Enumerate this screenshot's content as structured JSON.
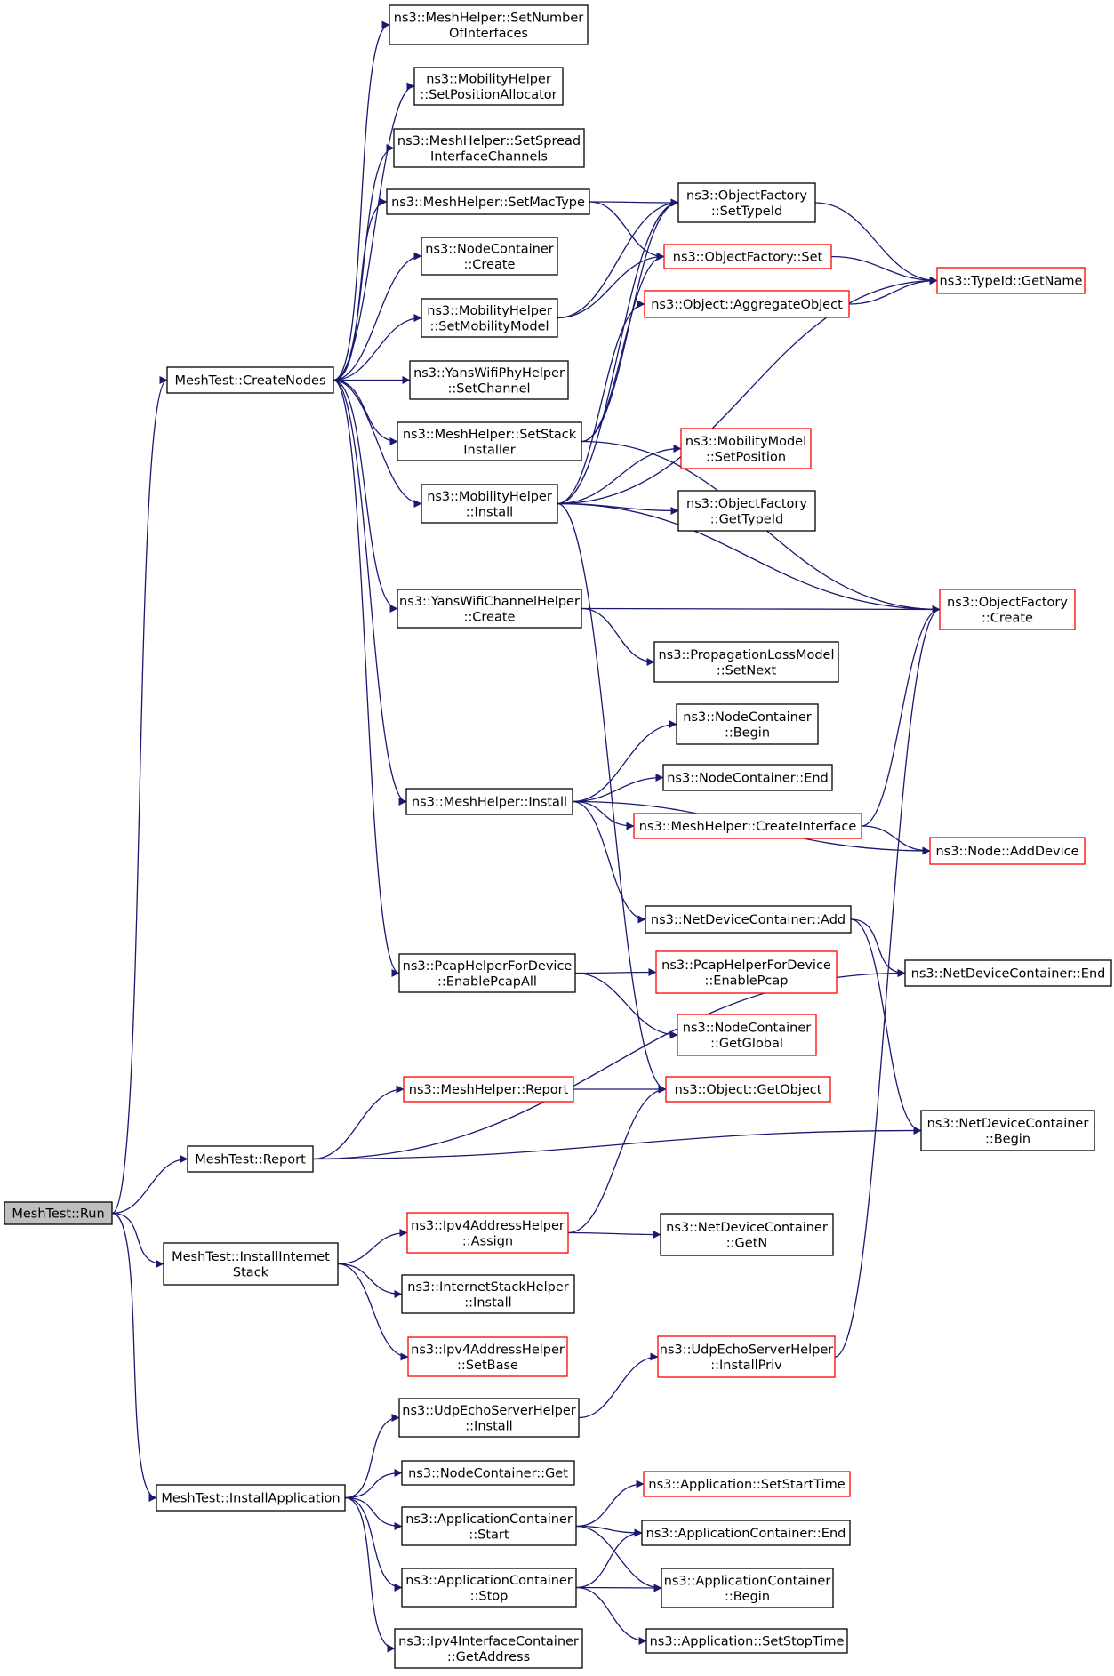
{
  "colors": {
    "edge": "#191970",
    "node_border_default": "#000000",
    "node_border_incomplete": "#ff0000",
    "root_fill": "#bfbfbf",
    "node_fill": "#ffffff"
  },
  "nodes": [
    {
      "id": "run",
      "lines": [
        "MeshTest::Run"
      ],
      "style": "root"
    },
    {
      "id": "createnodes",
      "lines": [
        "MeshTest::CreateNodes"
      ],
      "style": "default"
    },
    {
      "id": "report",
      "lines": [
        "MeshTest::Report"
      ],
      "style": "default"
    },
    {
      "id": "installinternet",
      "lines": [
        "MeshTest::InstallInternet",
        "Stack"
      ],
      "style": "default"
    },
    {
      "id": "installapp",
      "lines": [
        "MeshTest::InstallApplication"
      ],
      "style": "default"
    },
    {
      "id": "setnumif",
      "lines": [
        "ns3::MeshHelper::SetNumber",
        "OfInterfaces"
      ],
      "style": "default"
    },
    {
      "id": "setposalloc",
      "lines": [
        "ns3::MobilityHelper",
        "::SetPositionAllocator"
      ],
      "style": "default"
    },
    {
      "id": "setspread",
      "lines": [
        "ns3::MeshHelper::SetSpread",
        "InterfaceChannels"
      ],
      "style": "default"
    },
    {
      "id": "setmactype",
      "lines": [
        "ns3::MeshHelper::SetMacType"
      ],
      "style": "default"
    },
    {
      "id": "nccreate",
      "lines": [
        "ns3::NodeContainer",
        "::Create"
      ],
      "style": "default"
    },
    {
      "id": "setmobmodel",
      "lines": [
        "ns3::MobilityHelper",
        "::SetMobilityModel"
      ],
      "style": "default"
    },
    {
      "id": "yansphy",
      "lines": [
        "ns3::YansWifiPhyHelper",
        "::SetChannel"
      ],
      "style": "default"
    },
    {
      "id": "setstack",
      "lines": [
        "ns3::MeshHelper::SetStack",
        "Installer"
      ],
      "style": "default"
    },
    {
      "id": "mobinstall",
      "lines": [
        "ns3::MobilityHelper",
        "::Install"
      ],
      "style": "default"
    },
    {
      "id": "yanschan",
      "lines": [
        "ns3::YansWifiChannelHelper",
        "::Create"
      ],
      "style": "default"
    },
    {
      "id": "meshinstall",
      "lines": [
        "ns3::MeshHelper::Install"
      ],
      "style": "default"
    },
    {
      "id": "pcapall",
      "lines": [
        "ns3::PcapHelperForDevice",
        "::EnablePcapAll"
      ],
      "style": "default"
    },
    {
      "id": "meshreport",
      "lines": [
        "ns3::MeshHelper::Report"
      ],
      "style": "incomplete"
    },
    {
      "id": "ipv4assign",
      "lines": [
        "ns3::Ipv4AddressHelper",
        "::Assign"
      ],
      "style": "incomplete"
    },
    {
      "id": "inetinstall",
      "lines": [
        "ns3::InternetStackHelper",
        "::Install"
      ],
      "style": "default"
    },
    {
      "id": "ipv4setbase",
      "lines": [
        "ns3::Ipv4AddressHelper",
        "::SetBase"
      ],
      "style": "incomplete"
    },
    {
      "id": "udpinstall",
      "lines": [
        "ns3::UdpEchoServerHelper",
        "::Install"
      ],
      "style": "default"
    },
    {
      "id": "ncget",
      "lines": [
        "ns3::NodeContainer::Get"
      ],
      "style": "default"
    },
    {
      "id": "acstart",
      "lines": [
        "ns3::ApplicationContainer",
        "::Start"
      ],
      "style": "default"
    },
    {
      "id": "acstop",
      "lines": [
        "ns3::ApplicationContainer",
        "::Stop"
      ],
      "style": "default"
    },
    {
      "id": "ipv4ifget",
      "lines": [
        "ns3::Ipv4InterfaceContainer",
        "::GetAddress"
      ],
      "style": "default"
    },
    {
      "id": "ofsettypeid",
      "lines": [
        "ns3::ObjectFactory",
        "::SetTypeId"
      ],
      "style": "default"
    },
    {
      "id": "ofset",
      "lines": [
        "ns3::ObjectFactory::Set"
      ],
      "style": "incomplete"
    },
    {
      "id": "aggobj",
      "lines": [
        "ns3::Object::AggregateObject"
      ],
      "style": "incomplete"
    },
    {
      "id": "mmsetpos",
      "lines": [
        "ns3::MobilityModel",
        "::SetPosition"
      ],
      "style": "incomplete"
    },
    {
      "id": "ofgettypeid",
      "lines": [
        "ns3::ObjectFactory",
        "::GetTypeId"
      ],
      "style": "default"
    },
    {
      "id": "plmsetnext",
      "lines": [
        "ns3::PropagationLossModel",
        "::SetNext"
      ],
      "style": "default"
    },
    {
      "id": "ncbegin",
      "lines": [
        "ns3::NodeContainer",
        "::Begin"
      ],
      "style": "default"
    },
    {
      "id": "ncend",
      "lines": [
        "ns3::NodeContainer::End"
      ],
      "style": "default"
    },
    {
      "id": "createif",
      "lines": [
        "ns3::MeshHelper::CreateInterface"
      ],
      "style": "incomplete"
    },
    {
      "id": "ndcadd",
      "lines": [
        "ns3::NetDeviceContainer::Add"
      ],
      "style": "default"
    },
    {
      "id": "enablepcap",
      "lines": [
        "ns3::PcapHelperForDevice",
        "::EnablePcap"
      ],
      "style": "incomplete"
    },
    {
      "id": "ncglobal",
      "lines": [
        "ns3::NodeContainer",
        "::GetGlobal"
      ],
      "style": "incomplete"
    },
    {
      "id": "getobject",
      "lines": [
        "ns3::Object::GetObject"
      ],
      "style": "incomplete"
    },
    {
      "id": "ndcgetn",
      "lines": [
        "ns3::NetDeviceContainer",
        "::GetN"
      ],
      "style": "default"
    },
    {
      "id": "udpinstallpriv",
      "lines": [
        "ns3::UdpEchoServerHelper",
        "::InstallPriv"
      ],
      "style": "incomplete"
    },
    {
      "id": "appsetstart",
      "lines": [
        "ns3::Application::SetStartTime"
      ],
      "style": "incomplete"
    },
    {
      "id": "acend",
      "lines": [
        "ns3::ApplicationContainer::End"
      ],
      "style": "default"
    },
    {
      "id": "acbegin",
      "lines": [
        "ns3::ApplicationContainer",
        "::Begin"
      ],
      "style": "default"
    },
    {
      "id": "appsetstop",
      "lines": [
        "ns3::Application::SetStopTime"
      ],
      "style": "default"
    },
    {
      "id": "typeidgetname",
      "lines": [
        "ns3::TypeId::GetName"
      ],
      "style": "incomplete"
    },
    {
      "id": "ofcreate",
      "lines": [
        "ns3::ObjectFactory",
        "::Create"
      ],
      "style": "incomplete"
    },
    {
      "id": "nodeadddev",
      "lines": [
        "ns3::Node::AddDevice"
      ],
      "style": "incomplete"
    },
    {
      "id": "ndcend",
      "lines": [
        "ns3::NetDeviceContainer::End"
      ],
      "style": "default"
    },
    {
      "id": "ndcbegin",
      "lines": [
        "ns3::NetDeviceContainer",
        "::Begin"
      ],
      "style": "default"
    }
  ],
  "edges": [
    [
      "run",
      "createnodes"
    ],
    [
      "run",
      "report"
    ],
    [
      "run",
      "installinternet"
    ],
    [
      "run",
      "installapp"
    ],
    [
      "createnodes",
      "setnumif"
    ],
    [
      "createnodes",
      "setposalloc"
    ],
    [
      "createnodes",
      "setspread"
    ],
    [
      "createnodes",
      "setmactype"
    ],
    [
      "createnodes",
      "nccreate"
    ],
    [
      "createnodes",
      "setmobmodel"
    ],
    [
      "createnodes",
      "yansphy"
    ],
    [
      "createnodes",
      "setstack"
    ],
    [
      "createnodes",
      "mobinstall"
    ],
    [
      "createnodes",
      "yanschan"
    ],
    [
      "createnodes",
      "meshinstall"
    ],
    [
      "createnodes",
      "pcapall"
    ],
    [
      "setmactype",
      "ofsettypeid"
    ],
    [
      "setmactype",
      "ofset"
    ],
    [
      "setmobmodel",
      "ofsettypeid"
    ],
    [
      "setmobmodel",
      "ofset"
    ],
    [
      "setstack",
      "ofsettypeid"
    ],
    [
      "setstack",
      "ofset"
    ],
    [
      "setstack",
      "ofcreate"
    ],
    [
      "mobinstall",
      "ofsettypeid"
    ],
    [
      "mobinstall",
      "aggobj"
    ],
    [
      "mobinstall",
      "typeidgetname"
    ],
    [
      "mobinstall",
      "mmsetpos"
    ],
    [
      "mobinstall",
      "ofgettypeid"
    ],
    [
      "mobinstall",
      "ofcreate"
    ],
    [
      "mobinstall",
      "getobject"
    ],
    [
      "ofsettypeid",
      "typeidgetname"
    ],
    [
      "ofset",
      "typeidgetname"
    ],
    [
      "aggobj",
      "typeidgetname"
    ],
    [
      "yanschan",
      "ofcreate"
    ],
    [
      "yanschan",
      "plmsetnext"
    ],
    [
      "meshinstall",
      "ncbegin"
    ],
    [
      "meshinstall",
      "ncend"
    ],
    [
      "meshinstall",
      "createif"
    ],
    [
      "meshinstall",
      "nodeadddev"
    ],
    [
      "meshinstall",
      "ndcadd"
    ],
    [
      "createif",
      "ofcreate"
    ],
    [
      "createif",
      "nodeadddev"
    ],
    [
      "ndcadd",
      "ndcend"
    ],
    [
      "ndcadd",
      "ndcbegin"
    ],
    [
      "pcapall",
      "enablepcap"
    ],
    [
      "pcapall",
      "ncglobal"
    ],
    [
      "report",
      "meshreport"
    ],
    [
      "report",
      "ndcend"
    ],
    [
      "report",
      "ndcbegin"
    ],
    [
      "meshreport",
      "getobject"
    ],
    [
      "installinternet",
      "ipv4assign"
    ],
    [
      "installinternet",
      "inetinstall"
    ],
    [
      "installinternet",
      "ipv4setbase"
    ],
    [
      "ipv4assign",
      "getobject"
    ],
    [
      "ipv4assign",
      "ndcgetn"
    ],
    [
      "installapp",
      "udpinstall"
    ],
    [
      "installapp",
      "ncget"
    ],
    [
      "installapp",
      "acstart"
    ],
    [
      "installapp",
      "acstop"
    ],
    [
      "installapp",
      "ipv4ifget"
    ],
    [
      "udpinstall",
      "udpinstallpriv"
    ],
    [
      "udpinstallpriv",
      "ofcreate"
    ],
    [
      "acstart",
      "appsetstart"
    ],
    [
      "acstart",
      "acend"
    ],
    [
      "acstart",
      "acbegin"
    ],
    [
      "acstop",
      "acend"
    ],
    [
      "acstop",
      "acbegin"
    ],
    [
      "acstop",
      "appsetstop"
    ]
  ]
}
